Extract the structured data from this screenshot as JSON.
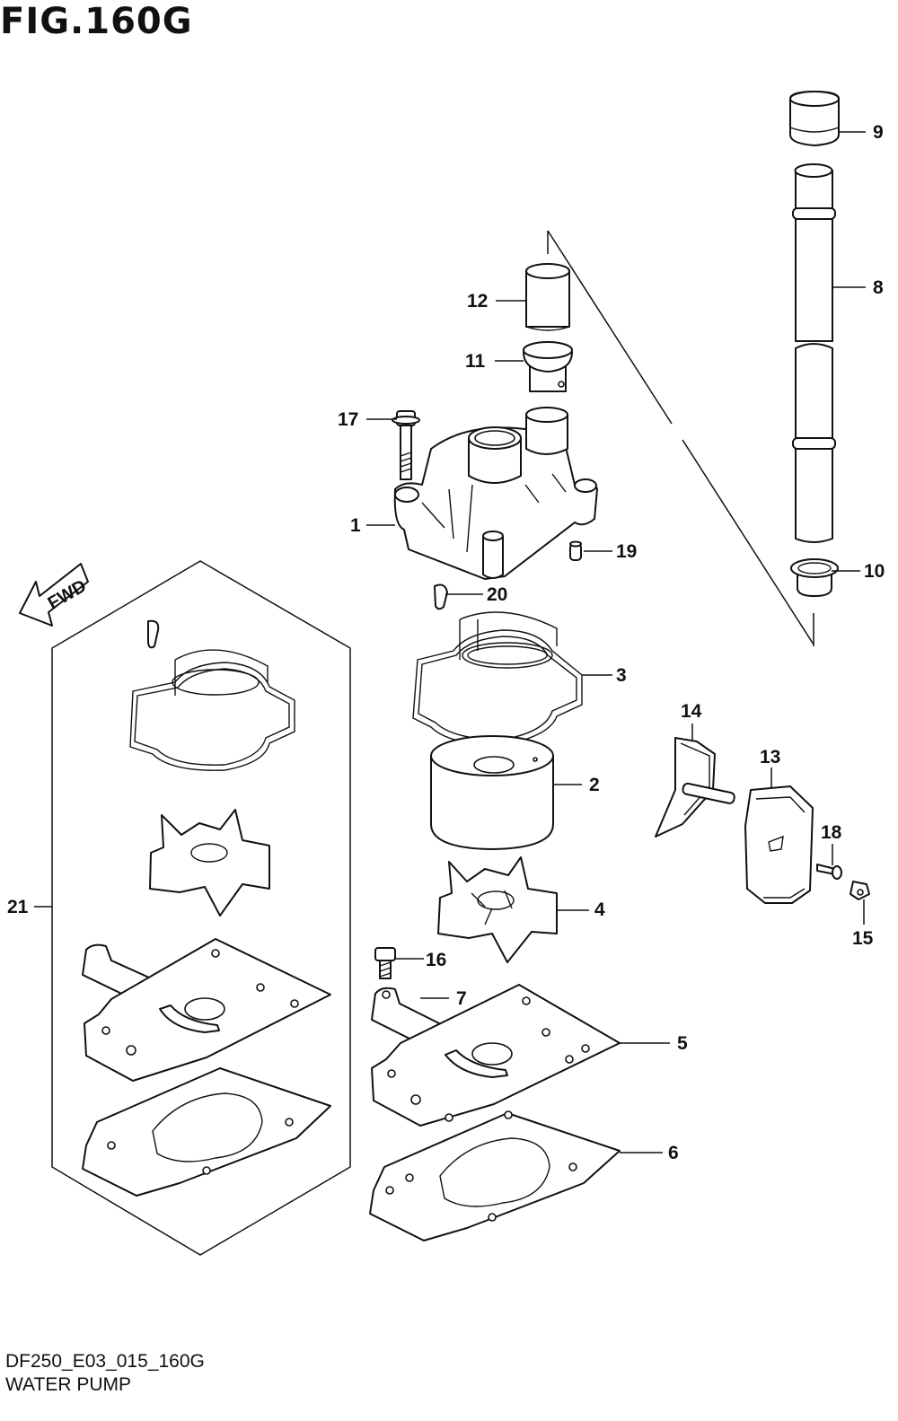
{
  "figure": {
    "title": "FIG.160G",
    "code": "DF250_E03_015_160G",
    "name": "WATER PUMP",
    "direction_label": "FWD"
  },
  "callouts": [
    "1",
    "2",
    "3",
    "4",
    "5",
    "6",
    "7",
    "8",
    "9",
    "10",
    "11",
    "12",
    "13",
    "14",
    "15",
    "16",
    "17",
    "18",
    "19",
    "20",
    "21"
  ]
}
